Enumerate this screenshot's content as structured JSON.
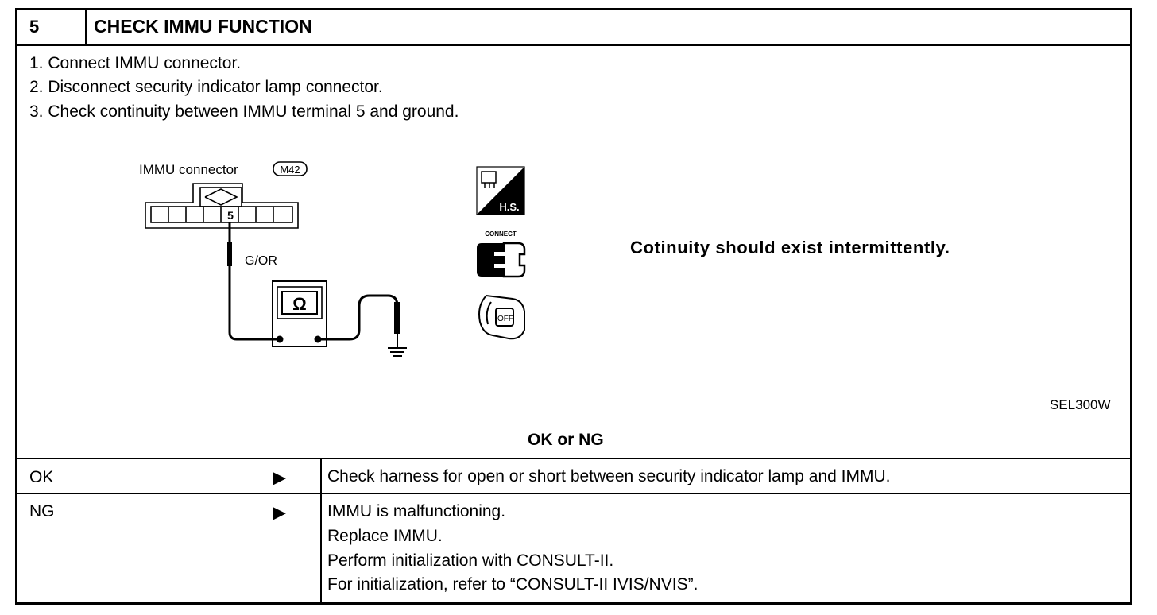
{
  "header": {
    "step_number": "5",
    "title": "CHECK IMMU FUNCTION"
  },
  "instructions": [
    "1.  Connect IMMU connector.",
    "2.  Disconnect security indicator lamp connector.",
    "3.  Check continuity between IMMU terminal 5 and ground."
  ],
  "diagram": {
    "connector_label": "IMMU  connector",
    "connector_code": "M42",
    "terminal": "5",
    "wire_color": "G/OR",
    "meter_symbol": "Ω",
    "icons": {
      "harness_side_label": "H.S.",
      "connect_label": "CONNECT",
      "ignition_label": "OFF"
    }
  },
  "note": "Cotinuity should exist intermittently.",
  "figure_code": "SEL300W",
  "decision_title": "OK or NG",
  "results": [
    {
      "label": "OK",
      "arrow": "▶",
      "lines": [
        "Check harness for open or short between security indicator lamp and IMMU."
      ]
    },
    {
      "label": "NG",
      "arrow": "▶",
      "lines": [
        "IMMU is malfunctioning.",
        "Replace IMMU.",
        "Perform initialization with CONSULT-II.",
        "For initialization, refer to “CONSULT-II IVIS/NVIS”."
      ]
    }
  ]
}
